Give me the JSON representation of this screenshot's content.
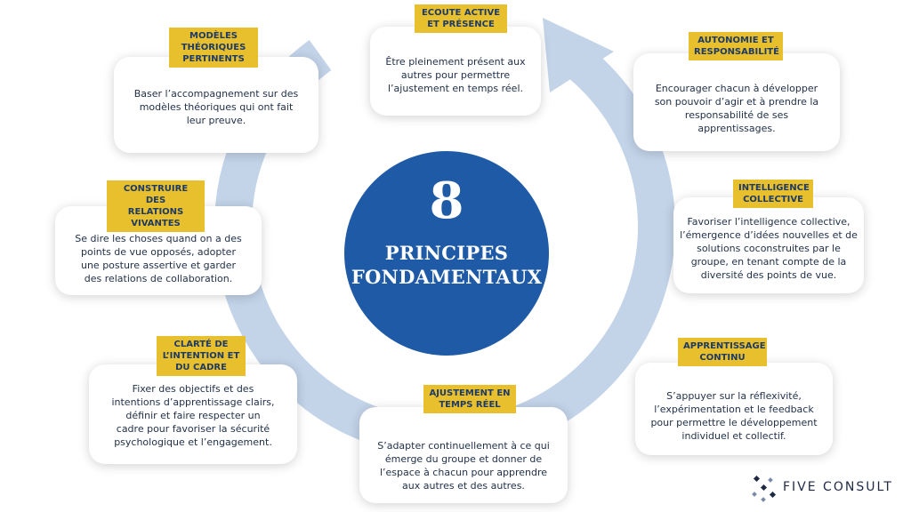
{
  "center": {
    "number": "8",
    "line1": "PRINCIPES",
    "line2": "FONDAMENTAUX"
  },
  "principles": [
    {
      "label_lines": [
        "ECOUTE ACTIVE",
        "ET PRÉSENCE"
      ],
      "text": [
        "Être pleinement présent aux",
        "autres pour permettre",
        "l’ajustement en temps réel."
      ]
    },
    {
      "label_lines": [
        "AUTONOMIE ET",
        "RESPONSABILITÉ"
      ],
      "text": [
        "Encourager chacun à développer",
        "son pouvoir d’agir et à prendre la",
        "responsabilité de ses",
        "apprentissages."
      ]
    },
    {
      "label_lines": [
        "INTELLIGENCE",
        "COLLECTIVE"
      ],
      "text": [
        "Favoriser l’intelligence collective,",
        "l’émergence d’idées nouvelles et de",
        "solutions coconstruites par le",
        "groupe, en tenant compte de la",
        "diversité des points de vue."
      ]
    },
    {
      "label_lines": [
        "APPRENTISSAGE",
        "CONTINU"
      ],
      "text": [
        "S’appuyer sur la réflexivité,",
        "l’expérimentation et le feedback",
        "pour permettre le développement",
        "individuel et collectif."
      ]
    },
    {
      "label_lines": [
        "AJUSTEMENT EN",
        "TEMPS RÉEL"
      ],
      "text": [
        "S’adapter continuellement à ce qui",
        "émerge du groupe et donner de",
        "l’espace à chacun pour apprendre",
        "aux autres et des autres."
      ]
    },
    {
      "label_lines": [
        "CLARTÉ DE",
        "L’INTENTION ET",
        "DU CADRE"
      ],
      "text": [
        "Fixer des objectifs et des",
        "intentions d’apprentissage clairs,",
        "définir et faire respecter un",
        "cadre pour favoriser la sécurité",
        "psychologique et l’engagement."
      ]
    },
    {
      "label_lines": [
        "CONSTRUIRE DES",
        "RELATIONS",
        "VIVANTES"
      ],
      "text": [
        "Se dire les choses quand on a des",
        "points de vue opposés, adopter",
        "une posture assertive et garder",
        "des relations de collaboration."
      ]
    },
    {
      "label_lines": [
        "MODÈLES",
        "THÉORIQUES",
        "PERTINENTS"
      ],
      "text": [
        "Baser l’accompagnement sur des",
        "modèles théoriques qui ont fait",
        "leur preuve."
      ]
    }
  ],
  "logo": {
    "text": "FIVE CONSULT"
  },
  "colors": {
    "ring": "#c3d3e8",
    "center": "#1f5aa6",
    "label_bg": "#e8c02e",
    "label_text": "#1e3a66"
  }
}
